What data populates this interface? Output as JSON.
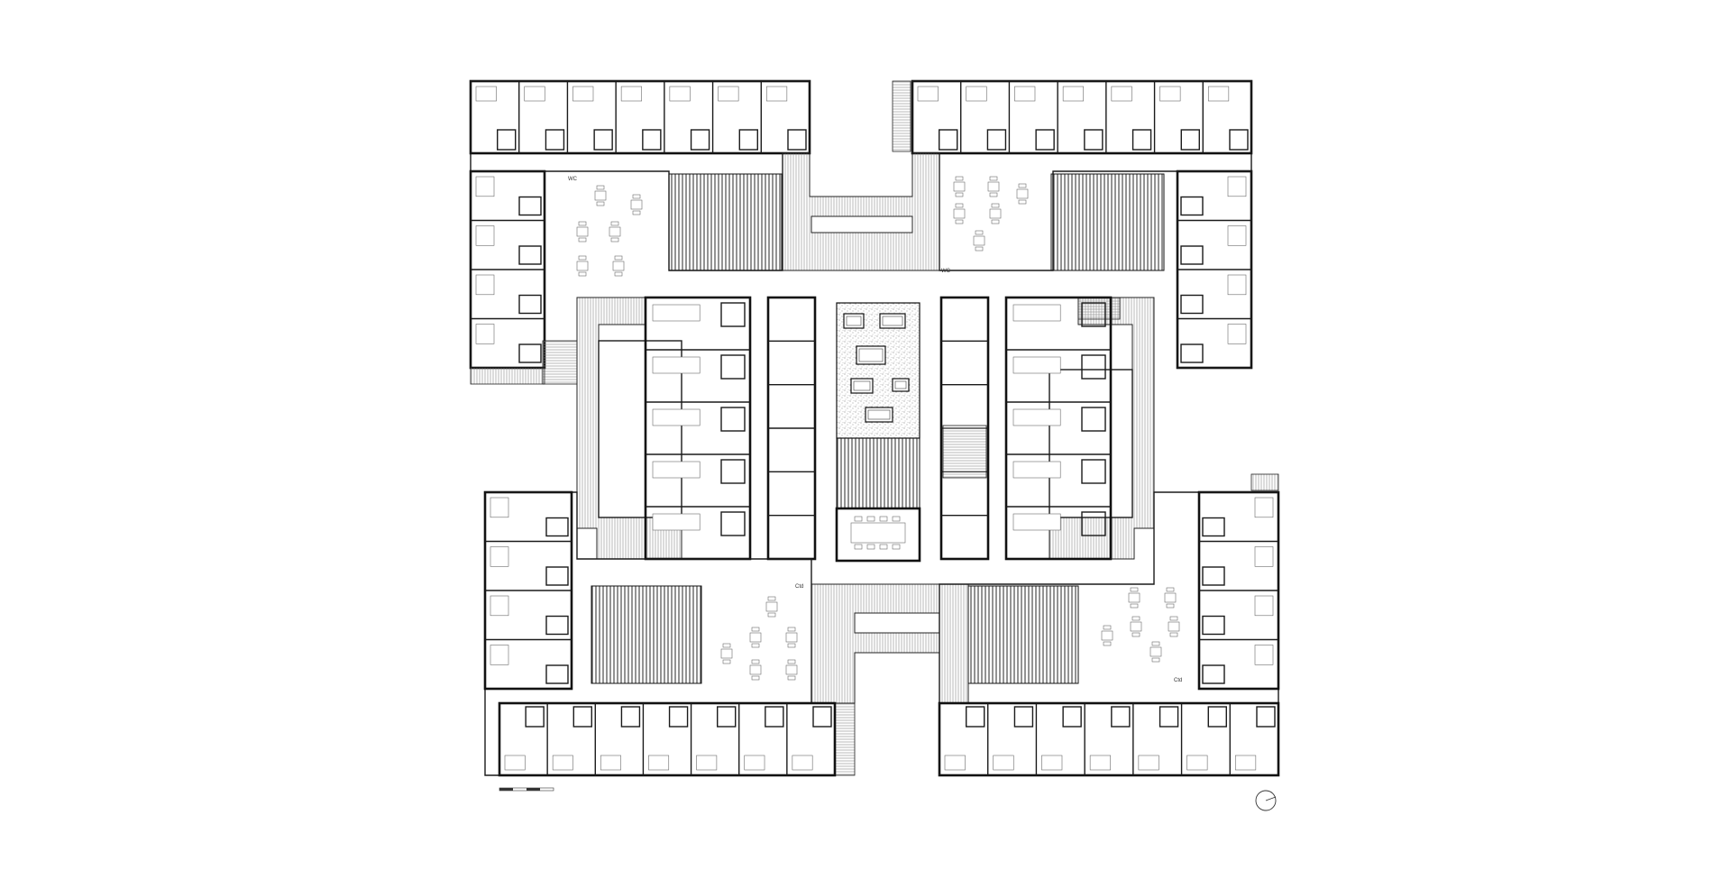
{
  "drawing": {
    "type": "architectural floor plan",
    "labels": {
      "wc_nw": "WC",
      "wc_nc": "WC",
      "wc_sc": "Ctd",
      "wc_se": "Ctd"
    },
    "colors": {
      "background": "#ffffff",
      "walls": "#1a1a1a",
      "hatch_dense": "#3a3a3a",
      "hatch_light": "#7a7a7a",
      "furniture": "#6a6a6a"
    },
    "icons": {
      "north_arrow": "north-arrow-icon",
      "scale_bar": "scale-bar-icon"
    }
  }
}
